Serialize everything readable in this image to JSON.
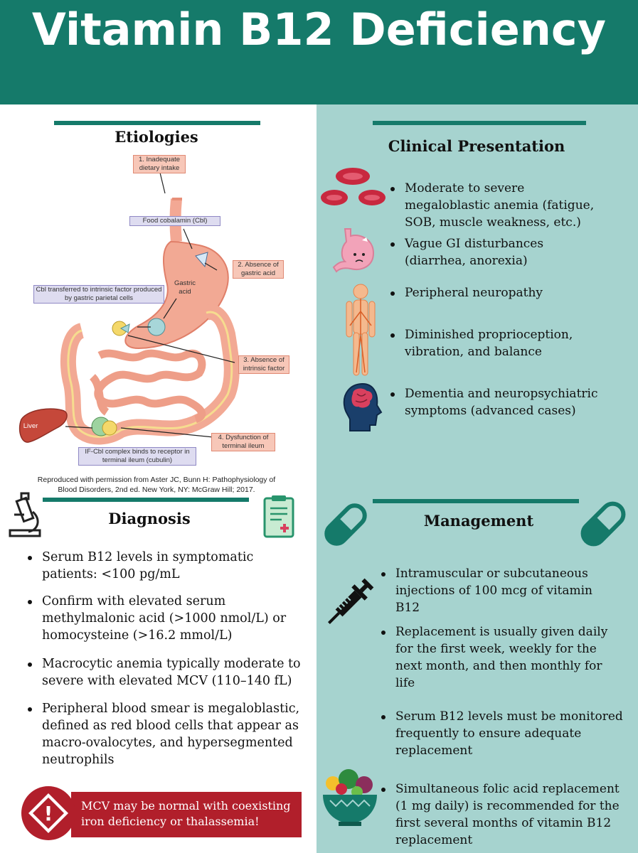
{
  "header": {
    "title": "Vitamin B12 Deficiency"
  },
  "etiologies": {
    "heading": "Etiologies",
    "labels": {
      "l1": "1. Inadequate dietary intake",
      "food": "Food cobalamin (Cbl)",
      "l2": "2. Absence of gastric acid",
      "gastric": "Gastric acid",
      "transfer": "Cbl transferred to intrinsic factor produced by gastric parietal cells",
      "l3": "3. Absence of intrinsic factor",
      "liver": "Liver",
      "l4": "4. Dysfunction of terminal ileum",
      "ifcbl": "IF-Cbl complex binds to receptor in terminal ileum (cubulin)"
    },
    "credit": "Reproduced with permission from Aster JC, Bunn H: Pathophysiology of Blood Disorders, 2nd ed. New York, NY: McGraw Hill; 2017."
  },
  "clinical": {
    "heading": "Clinical Presentation",
    "items": [
      "Moderate to severe megaloblastic anemia (fatigue, SOB, muscle weakness, etc.)",
      "Vague GI disturbances (diarrhea, anorexia)",
      "Peripheral neuropathy",
      "Diminished proprioception, vibration, and balance",
      "Dementia and neuropsychiatric symptoms (advanced cases)"
    ]
  },
  "diagnosis": {
    "heading": "Diagnosis",
    "items": [
      "Serum B12 levels in symptomatic patients: <100 pg/mL",
      "Confirm with elevated serum methylmalonic acid (>1000 nmol/L) or homocysteine (>16.2 mmol/L)",
      "Macrocytic anemia typically moderate to severe with elevated MCV (110–140 fL)",
      "Peripheral blood smear is megaloblastic, defined as red blood cells that appear as macro-ovalocytes, and hypersegmented neutrophils"
    ],
    "alert": "MCV may be normal with coexisting iron deficiency or thalassemia!",
    "alert_symbol": "!"
  },
  "management": {
    "heading": "Management",
    "items": [
      "Intramuscular or subcutaneous injections of 100 mcg of vitamin B12",
      "Replacement is usually given daily for the first week, weekly for the next month, and then monthly for life",
      "Serum B12 levels must be monitored frequently to ensure adequate replacement",
      "Simultaneous folic acid replacement (1 mg daily) is recommended for the first several months of vitamin B12 replacement"
    ]
  },
  "colors": {
    "teal": "#157a6a",
    "panel": "#a6d3cf",
    "alert_red": "#b11f2b",
    "rbc": "#c8283f"
  },
  "icons": [
    "red-blood-cells-icon",
    "stomach-icon",
    "nervous-system-icon",
    "brain-head-icon",
    "microscope-icon",
    "clipboard-icon",
    "capsule-icon",
    "syringe-icon",
    "salad-bowl-icon",
    "alert-icon"
  ]
}
